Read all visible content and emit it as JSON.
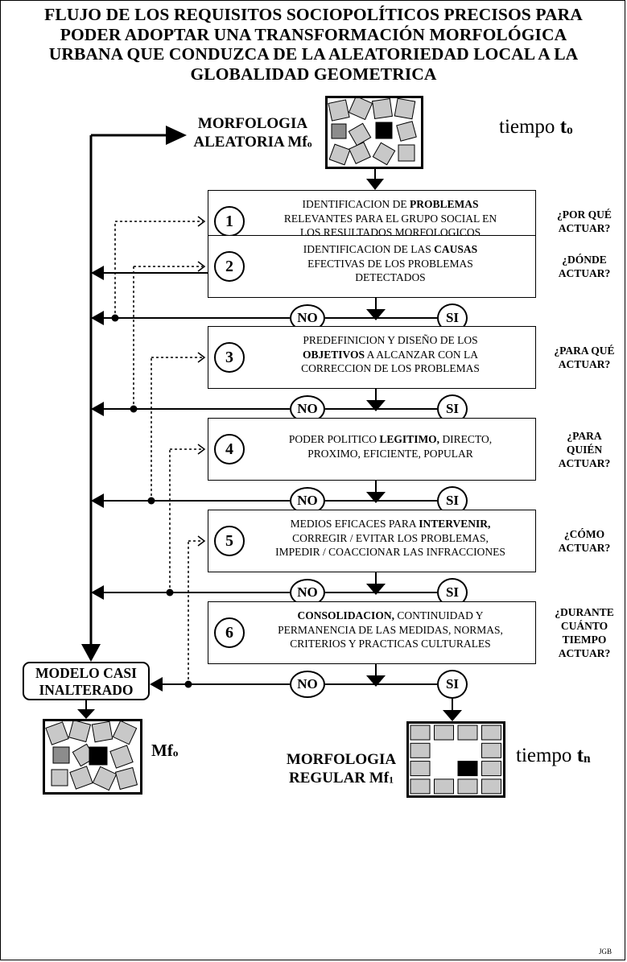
{
  "title_lines": [
    "FLUJO DE LOS REQUISITOS SOCIOPOLÍTICOS PRECISOS PARA",
    "PODER ADOPTAR UNA TRANSFORMACIÓN MORFOLÓGICA",
    "URBANA QUE CONDUZCA DE LA ALEATORIEDAD LOCAL A LA",
    "GLOBALIDAD GEOMETRICA"
  ],
  "top": {
    "label_line1": "MORFOLOGIA",
    "label_line2": "ALEATORIA Mf",
    "label_sub": "o",
    "time_label": "tiempo ",
    "time_var": "t",
    "time_sub": "o"
  },
  "steps": [
    {
      "number": "1",
      "lines": [
        [
          "IDENTIFICACION DE ",
          ""
        ],
        [
          "PROBLEMAS",
          "b"
        ],
        [
          "\nRELEVANTES PARA EL GRUPO SOCIAL EN\nLOS RESULTADOS MORFOLOGICOS",
          ""
        ]
      ],
      "question": "¿POR QUÉ\nACTUAR?"
    },
    {
      "number": "2",
      "lines": [
        [
          "IDENTIFICACION  DE LAS ",
          ""
        ],
        [
          "CAUSAS",
          "b"
        ],
        [
          "\nEFECTIVAS DE LOS PROBLEMAS\nDETECTADOS",
          ""
        ]
      ],
      "question": "¿DÓNDE\nACTUAR?"
    },
    {
      "number": "3",
      "lines": [
        [
          "PREDEFINICION Y DISEÑO  DE LOS\n",
          ""
        ],
        [
          "OBJETIVOS",
          "b"
        ],
        [
          " A ALCANZAR CON LA\nCORRECCION DE LOS PROBLEMAS",
          ""
        ]
      ],
      "question": "¿PARA QUÉ\nACTUAR?"
    },
    {
      "number": "4",
      "lines": [
        [
          "PODER POLITICO ",
          ""
        ],
        [
          "LEGITIMO,",
          "b"
        ],
        [
          " DIRECTO,\nPROXIMO, EFICIENTE, POPULAR",
          ""
        ]
      ],
      "question": "¿PARA\nQUIÉN\nACTUAR?"
    },
    {
      "number": "5",
      "lines": [
        [
          "MEDIOS EFICACES PARA ",
          ""
        ],
        [
          "INTERVENIR,",
          "b"
        ],
        [
          "\nCORREGIR / EVITAR LOS PROBLEMAS,\nIMPEDIR / COACCIONAR LAS INFRACCIONES",
          ""
        ]
      ],
      "question": "¿CÓMO\nACTUAR?"
    },
    {
      "number": "6",
      "lines": [
        [
          "CONSOLIDACION,",
          "b"
        ],
        [
          " CONTINUIDAD Y\nPERMANENCIA DE LAS MEDIDAS, NORMAS,\nCRITERIOS Y PRACTICAS CULTURALES",
          ""
        ]
      ],
      "question": "¿DURANTE\nCUÁNTO\nTIEMPO\nACTUAR?"
    }
  ],
  "decision_no": "NO",
  "decision_si": "SI",
  "bottom_left": {
    "box_line1": "MODELO CASI",
    "box_line2": "INALTERADO",
    "label": "Mf",
    "label_sub": "o"
  },
  "bottom_right": {
    "label_line1": "MORFOLOGIA",
    "label_line2": "REGULAR Mf",
    "label_sub": "1",
    "time_label": "tiempo ",
    "time_var": "t",
    "time_sub": "n"
  },
  "credit": "JGB",
  "colors": {
    "line": "#000000",
    "tile_light": "#c8c8c8",
    "tile_mid": "#8c8c8c",
    "tile_dark": "#000000"
  }
}
